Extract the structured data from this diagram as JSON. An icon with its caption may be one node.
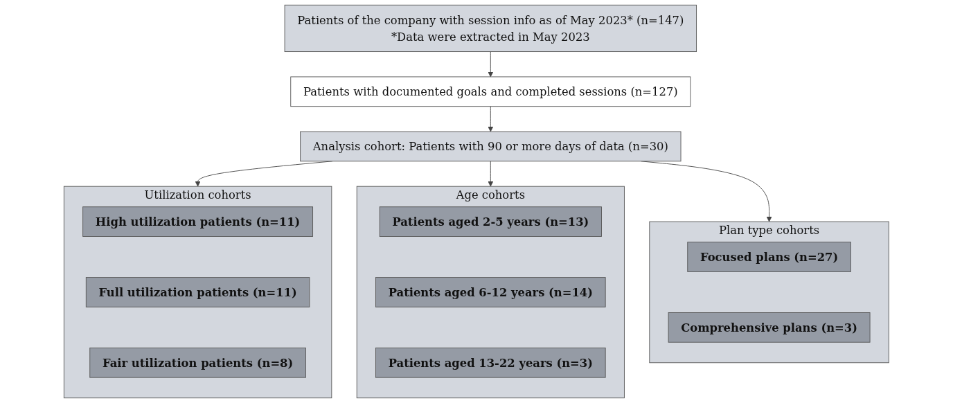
{
  "diagram": {
    "nodes": [
      {
        "text": [
          "Patients of the company with session info as of May 2023* (n=147)",
          "*Data were extracted in May 2023"
        ]
      },
      {
        "text": [
          "Patients with documented goals and completed sessions (n=127)"
        ]
      },
      {
        "text": [
          "Analysis cohort: Patients with 90 or more days of data (n=30)"
        ]
      },
      {
        "text": [
          "Utilization cohorts"
        ]
      },
      {
        "text": [
          "High utilization patients (n=11)"
        ],
        "in": 3
      },
      {
        "text": [
          "Full utilization patients (n=11)"
        ],
        "in": 3
      },
      {
        "text": [
          "Fair utilization patients (n=8)"
        ],
        "in": 3
      },
      {
        "text": [
          "Age cohorts"
        ]
      },
      {
        "text": [
          "Patients aged 2-5 years (n=13)"
        ],
        "in": 7
      },
      {
        "text": [
          "Patients aged 6-12 years (n=14)"
        ],
        "in": 7
      },
      {
        "text": [
          "Patients aged 13-22 years (n=3)"
        ],
        "in": 7
      },
      {
        "text": [
          "Plan type cohorts"
        ]
      },
      {
        "text": [
          "Focused plans (n=27)"
        ],
        "in": 11
      },
      {
        "text": [
          "Comprehensive plans (n=3)"
        ],
        "in": 11
      }
    ],
    "edges": [
      {
        "from": 0,
        "to": 1,
        "arrow": "to"
      },
      {
        "from": 1,
        "to": 2,
        "arrow": "to"
      },
      {
        "from": 2,
        "to": 3,
        "arrow": "to"
      },
      {
        "from": 2,
        "to": 7,
        "arrow": "to"
      },
      {
        "from": 2,
        "to": 11,
        "arrow": "to"
      }
    ]
  }
}
